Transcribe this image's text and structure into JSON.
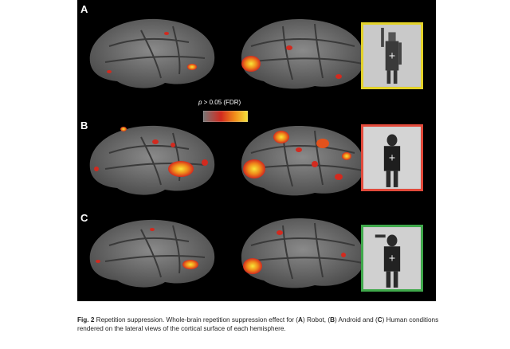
{
  "panels": [
    {
      "label": "A",
      "condition": "Robot",
      "frame_color": "#e3d22a"
    },
    {
      "label": "B",
      "condition": "Android",
      "frame_color": "#e24a3b"
    },
    {
      "label": "C",
      "condition": "Human",
      "frame_color": "#3fa84b"
    }
  ],
  "colorbar": {
    "p_symbol": "p",
    "label_rest": " > 0.05 (FDR)",
    "stops": [
      "#777777",
      "#d22a1f",
      "#f08a1a",
      "#f6e33a"
    ]
  },
  "caption": {
    "fig_label": "Fig. 2",
    "text_1": "  Repetition suppression. Whole-brain repetition suppression effect for (",
    "A": "A",
    "text_2": ") Robot, (",
    "B": "B",
    "text_3": ") Android and (",
    "C": "C",
    "text_4": ") Human conditions rendered on the lateral views of the cortical surface of each hemisphere."
  }
}
